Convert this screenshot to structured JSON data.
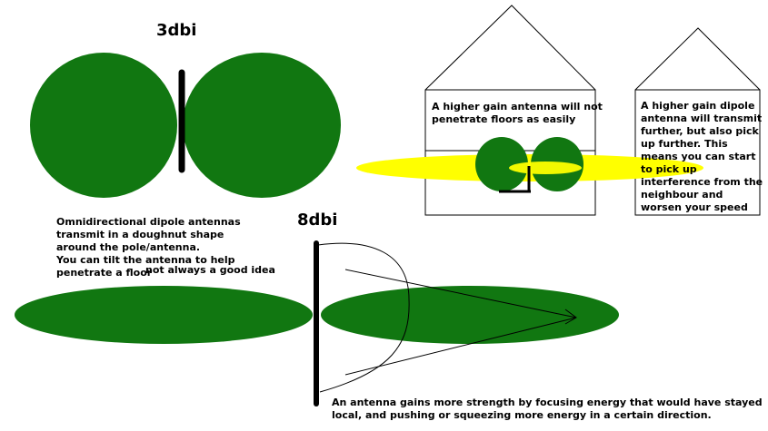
{
  "colors": {
    "lobe": "#117711",
    "lobe_light": "#138813",
    "signal": "#ffff00",
    "ink": "#000000",
    "background": "#ffffff"
  },
  "titles": {
    "low_gain": "3dbi",
    "high_gain": "8dbi"
  },
  "notes": {
    "omni_line1": "Omnidirectional dipole antennas",
    "omni_line2": "transmit in a doughnut shape",
    "omni_line3": "around the pole/antenna.",
    "omni_line4": "You can tilt the antenna to help",
    "omni_line5": "penetrate a floor",
    "tilt_caveat": "not always a good idea",
    "floors_line1": "A higher gain antenna will not",
    "floors_line2": "penetrate floors as easily",
    "dipole_line1": "A higher gain dipole",
    "dipole_line2": "antenna will transmit",
    "dipole_line3": "further, but also pick",
    "dipole_line4": "up further. This",
    "dipole_line5": "means you can start",
    "dipole_line6": "to pick up",
    "dipole_line7": "interference from the",
    "dipole_line8": "neighbour and",
    "dipole_line9": "worsen your speed",
    "focus_line1": "An antenna gains more strength by focusing energy that would have stayed",
    "focus_line2": "local, and pushing or squeezing more energy in a certain direction."
  }
}
